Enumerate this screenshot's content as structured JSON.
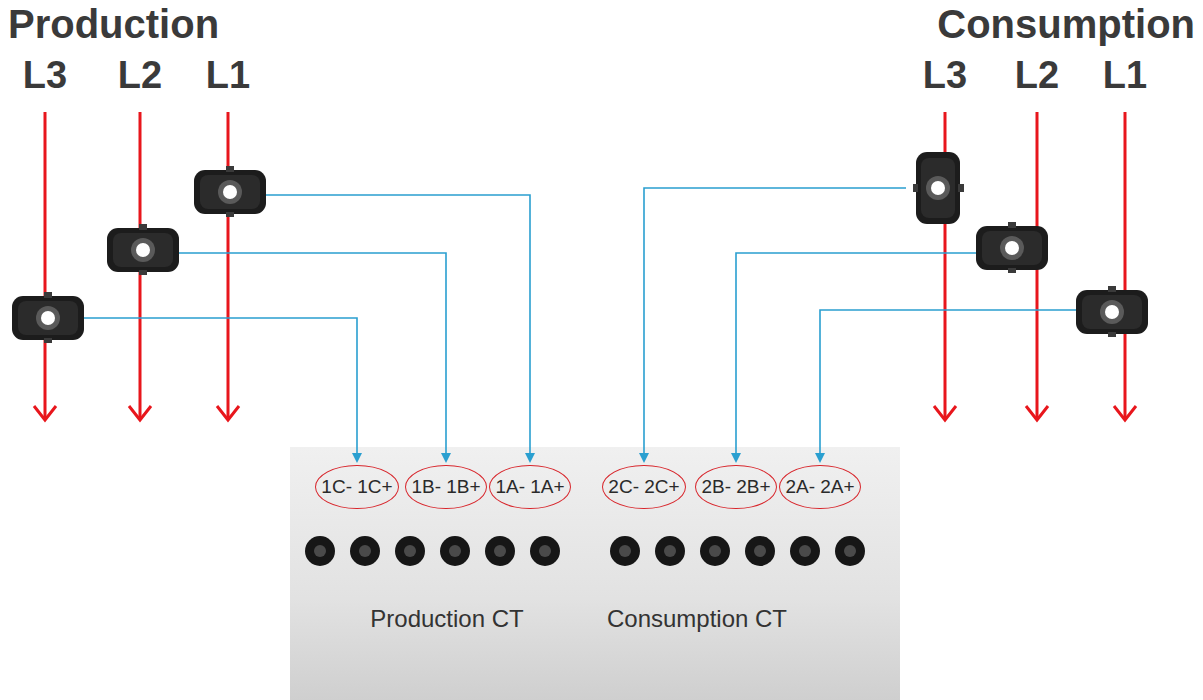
{
  "diagram": {
    "nodes": [
      {
        "text": [
          "Production CT",
          "Consumption CT"
        ]
      },
      {
        "text": [
          "1C- 1C+"
        ],
        "in": 0
      },
      {
        "text": [
          "1B- 1B+"
        ],
        "in": 0
      },
      {
        "text": [
          "1A- 1A+"
        ],
        "in": 0
      },
      {
        "text": [
          "2C- 2C+"
        ],
        "in": 0
      },
      {
        "text": [
          "2B- 2B+"
        ],
        "in": 0
      },
      {
        "text": [
          "2A- 2A+"
        ],
        "in": 0
      }
    ],
    "labels": [
      "Production",
      "L3",
      "L2",
      "L1",
      "Consumption",
      "L3",
      "L2",
      "L1"
    ]
  }
}
